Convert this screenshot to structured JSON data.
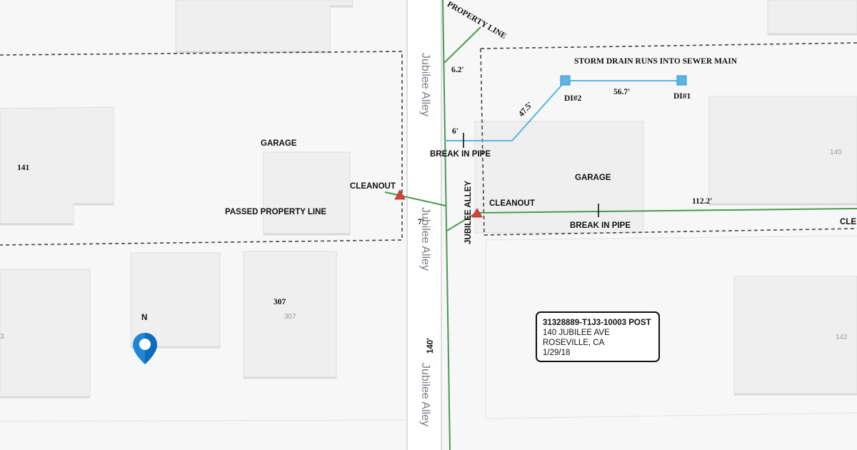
{
  "map": {
    "streets": [
      {
        "id": "jubilee-1",
        "label": "Jubilee Alley"
      },
      {
        "id": "jubilee-2",
        "label": "Jubilee Alley"
      },
      {
        "id": "jubilee-3",
        "label": "Jubilee Alley"
      }
    ],
    "building_numbers": {
      "b141": "140",
      "b142": "142",
      "b307": "307",
      "b3": "3"
    },
    "annotations": {
      "property_line_top": "PROPERTY LINE",
      "storm_drain": "STORM DRAIN RUNS INTO SEWER MAIN",
      "di2": "DI#2",
      "di1": "DI#1",
      "dim_56_7": "56.7'",
      "dim_47_5": "47.5'",
      "dim_6_2": "6.2'",
      "dim_6": "6'",
      "break_upper": "BREAK IN PIPE",
      "garage_right": "GARAGE",
      "cleanout_right": "CLEANOUT",
      "dim_112_2": "112.2'",
      "cle_edge": "CLE",
      "break_lower": "BREAK IN PIPE",
      "garage_left": "GARAGE",
      "cleanout_left": "CLEANOUT",
      "passed_property_line": "PASSED PROPERTY LINE",
      "dim_7": "7'",
      "jubilee_alley_caps": "JUBILEE ALLEY",
      "dim_140": "140'",
      "lot_141": "141",
      "lot_307": "307",
      "north": "N"
    },
    "info_box": {
      "line1": "31328889-T1J3-10003 POST",
      "line2": "140 JUBILEE AVE",
      "line3": "ROSEVILLE, CA",
      "line4": "1/29/18"
    },
    "colors": {
      "sewer_line": "#4a9a4f",
      "storm_line": "#5bb5e0",
      "drain_inlet": "#5bb5e6",
      "cleanout_marker": "#d9433a",
      "property_boundary": "#444444",
      "pin": "#1f86d8"
    },
    "icons": {
      "location_pin": "map-pin-icon",
      "cleanout": "triangle-icon",
      "drain_inlet": "square-icon"
    }
  }
}
